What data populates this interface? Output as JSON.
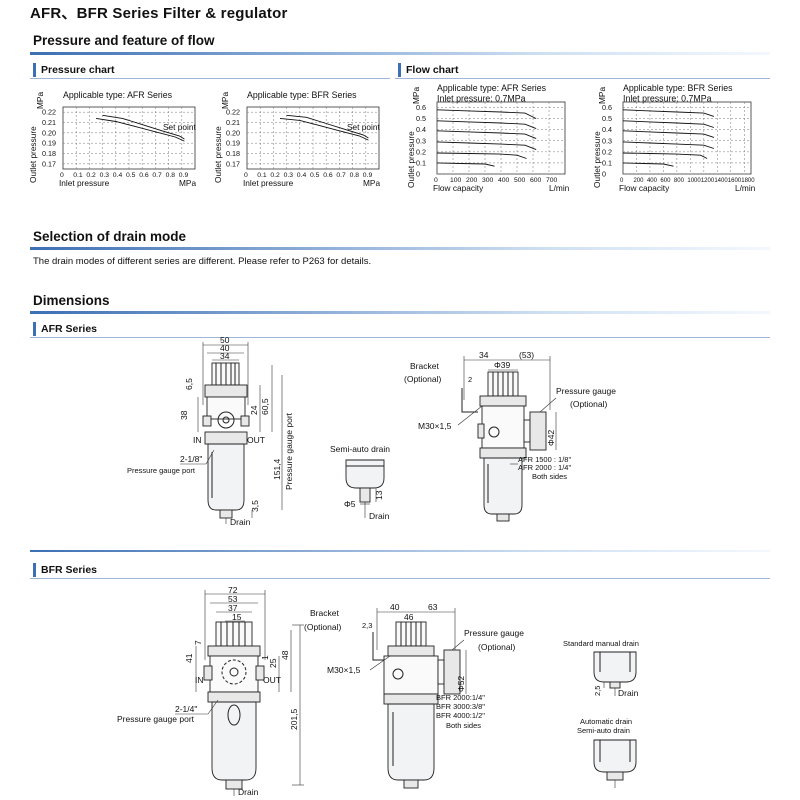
{
  "page_title": "AFR、BFR Series Filter & regulator",
  "section_pressure_flow": "Pressure and feature of flow",
  "pressure_chart_label": "Pressure chart",
  "flow_chart_label": "Flow chart",
  "section_drain": "Selection of drain mode",
  "drain_note": "The drain modes of different series are different. Please refer to P263 for details.",
  "section_dimensions": "Dimensions",
  "afr_series_label": "AFR Series",
  "bfr_series_label": "BFR Series",
  "chart_data": [
    {
      "type": "line",
      "title": "Applicable type: AFR Series",
      "xlabel": "Inlet pressure",
      "xunit": "MPa",
      "ylabel": "Outlet pressure",
      "yunit": "MPa",
      "x_ticks": [
        "0",
        "0.1",
        "0.2",
        "0.3",
        "0.4",
        "0.5",
        "0.6",
        "0.7",
        "0.8",
        "0.9"
      ],
      "y_ticks": [
        "0.22",
        "0.21",
        "0.20",
        "0.19",
        "0.18",
        "0.17"
      ],
      "xlim": [
        0,
        1.0
      ],
      "ylim": [
        0.165,
        0.225
      ],
      "annotation": "Set point",
      "series": [
        {
          "x": [
            0.25,
            0.4,
            0.55,
            0.7,
            0.85,
            0.92
          ],
          "y": [
            0.214,
            0.211,
            0.206,
            0.201,
            0.196,
            0.192
          ]
        },
        {
          "x": [
            0.3,
            0.45,
            0.6,
            0.75,
            0.88,
            0.92
          ],
          "y": [
            0.217,
            0.214,
            0.208,
            0.202,
            0.197,
            0.194
          ]
        }
      ]
    },
    {
      "type": "line",
      "title": "Applicable type: BFR Series",
      "xlabel": "Inlet pressure",
      "xunit": "MPa",
      "ylabel": "Outlet pressure",
      "yunit": "MPa",
      "x_ticks": [
        "0",
        "0.1",
        "0.2",
        "0.3",
        "0.4",
        "0.5",
        "0.6",
        "0.7",
        "0.8",
        "0.9"
      ],
      "y_ticks": [
        "0.22",
        "0.21",
        "0.20",
        "0.19",
        "0.18",
        "0.17"
      ],
      "xlim": [
        0,
        1.0
      ],
      "ylim": [
        0.165,
        0.225
      ],
      "annotation": "Set point",
      "series": [
        {
          "x": [
            0.25,
            0.4,
            0.55,
            0.7,
            0.85,
            0.92
          ],
          "y": [
            0.214,
            0.212,
            0.207,
            0.202,
            0.197,
            0.193
          ]
        },
        {
          "x": [
            0.3,
            0.45,
            0.6,
            0.75,
            0.88,
            0.92
          ],
          "y": [
            0.217,
            0.215,
            0.209,
            0.203,
            0.198,
            0.195
          ]
        }
      ]
    },
    {
      "type": "line",
      "title": "Applicable type: AFR Series",
      "subtitle": "Inlet pressure: 0.7MPa",
      "xlabel": "Flow capacity",
      "xunit": "L/min",
      "ylabel": "Outlet pressure",
      "yunit": "MPa",
      "x_ticks": [
        "0",
        "100",
        "200",
        "300",
        "400",
        "500",
        "600",
        "700"
      ],
      "y_ticks": [
        "0.6",
        "0.5",
        "0.4",
        "0.3",
        "0.2",
        "0.1",
        "0"
      ],
      "xlim": [
        0,
        800
      ],
      "ylim": [
        0,
        0.65
      ],
      "series": [
        {
          "x": [
            0,
            200,
            400,
            550,
            620
          ],
          "y": [
            0.58,
            0.57,
            0.56,
            0.55,
            0.5
          ]
        },
        {
          "x": [
            0,
            200,
            400,
            550,
            620
          ],
          "y": [
            0.48,
            0.47,
            0.46,
            0.45,
            0.41
          ]
        },
        {
          "x": [
            0,
            200,
            400,
            550,
            620
          ],
          "y": [
            0.39,
            0.38,
            0.37,
            0.36,
            0.32
          ]
        },
        {
          "x": [
            0,
            200,
            400,
            550,
            620
          ],
          "y": [
            0.29,
            0.28,
            0.27,
            0.26,
            0.22
          ]
        },
        {
          "x": [
            0,
            200,
            400,
            500,
            560
          ],
          "y": [
            0.19,
            0.185,
            0.18,
            0.17,
            0.14
          ]
        },
        {
          "x": [
            0,
            150,
            300,
            360
          ],
          "y": [
            0.1,
            0.095,
            0.09,
            0.07
          ]
        }
      ]
    },
    {
      "type": "line",
      "title": "Applicable type: BFR Series",
      "subtitle": "Inlet pressure: 0.7MPa",
      "xlabel": "Flow capacity",
      "xunit": "L/min",
      "ylabel": "Outlet pressure",
      "yunit": "MPa",
      "x_ticks": [
        "0",
        "200",
        "400",
        "600",
        "800",
        "1000",
        "1200",
        "1400",
        "1600",
        "1800"
      ],
      "y_ticks": [
        "0.6",
        "0.5",
        "0.4",
        "0.3",
        "0.2",
        "0.1",
        "0"
      ],
      "xlim": [
        0,
        1900
      ],
      "ylim": [
        0,
        0.65
      ],
      "series": [
        {
          "x": [
            0,
            400,
            800,
            1200,
            1350
          ],
          "y": [
            0.58,
            0.57,
            0.56,
            0.55,
            0.52
          ]
        },
        {
          "x": [
            0,
            400,
            800,
            1200,
            1350
          ],
          "y": [
            0.48,
            0.47,
            0.46,
            0.45,
            0.42
          ]
        },
        {
          "x": [
            0,
            400,
            800,
            1200,
            1350
          ],
          "y": [
            0.39,
            0.38,
            0.37,
            0.36,
            0.33
          ]
        },
        {
          "x": [
            0,
            400,
            800,
            1200,
            1350
          ],
          "y": [
            0.29,
            0.28,
            0.27,
            0.26,
            0.23
          ]
        },
        {
          "x": [
            0,
            400,
            800,
            1150,
            1250
          ],
          "y": [
            0.19,
            0.185,
            0.18,
            0.17,
            0.14
          ]
        },
        {
          "x": [
            0,
            300,
            600,
            750
          ],
          "y": [
            0.1,
            0.095,
            0.09,
            0.07
          ]
        }
      ]
    }
  ],
  "afr_front": {
    "dim_50": "50",
    "dim_40": "40",
    "dim_34": "34",
    "dim_6_5": "6,5",
    "dim_38": "38",
    "dim_24": "24",
    "dim_60_5": "60,5",
    "dim_151_4": "151,4",
    "dim_3_5": "3,5",
    "label_in": "IN",
    "label_out": "OUT",
    "label_port_size": "2-1/8\"",
    "label_gauge_port": "Pressure gauge port",
    "label_drain": "Drain",
    "label_vertical": "Pressure gauge port"
  },
  "afr_semi": {
    "title": "Semi-auto drain",
    "dim_5": "Φ5",
    "dim_13": "13",
    "label_drain": "Drain"
  },
  "afr_side": {
    "dim_34": "34",
    "dim_53": "(53)",
    "dim_39": "Φ39",
    "label_bracket": "Bracket",
    "label_optional": "(Optional)",
    "dim_2": "2",
    "label_thread": "M30×1,5",
    "label_gauge": "Pressure gauge",
    "label_gauge_optional": "(Optional)",
    "dim_42": "Φ42",
    "port_1": "AFR 1500 : 1/8\"",
    "port_2": "AFR 2000 : 1/4\"",
    "label_both_sides": "Both sides"
  },
  "bfr_front": {
    "dim_72": "72",
    "dim_53": "53",
    "dim_37": "37",
    "dim_15": "15",
    "dim_7": "7",
    "dim_41": "41",
    "dim_1": "1",
    "dim_25": "25",
    "dim_48": "48",
    "dim_201_5": "201,5",
    "label_in": "IN",
    "label_out": "OUT",
    "label_port_size": "2-1/4\"",
    "label_gauge_port": "Pressure gauge port",
    "label_drain": "Drain"
  },
  "bfr_side": {
    "dim_40": "40",
    "dim_63": "63",
    "dim_46": "46",
    "label_bracket": "Bracket",
    "label_optional": "(Optional)",
    "dim_2_3": "2,3",
    "label_thread": "M30×1,5",
    "label_gauge": "Pressure gauge",
    "label_gauge_optional": "(Optional)",
    "dim_52": "Φ52",
    "port_1": "BFR 2000:1/4\"",
    "port_2": "BFR 3000:3/8\"",
    "port_3": "BFR 4000:1/2\"",
    "label_both_sides": "Both sides"
  },
  "bfr_drains": {
    "manual_title": "Standard manual drain",
    "dim_2_5": "2,5",
    "label_drain_1": "Drain",
    "auto_title": "Automatic drain",
    "semi_title": "Semi-auto drain"
  }
}
